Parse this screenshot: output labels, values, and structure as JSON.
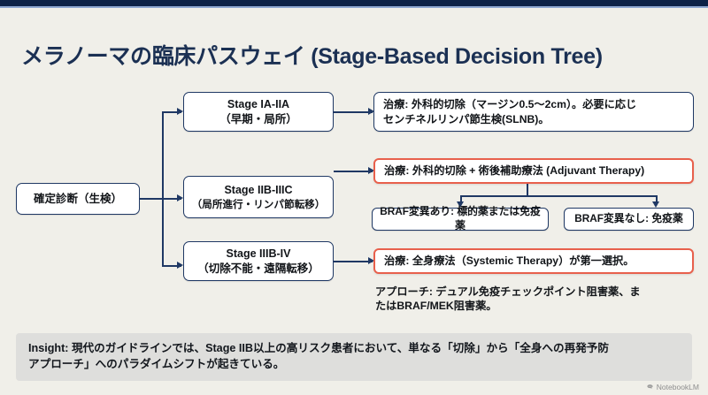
{
  "header": {
    "title": "メラノーマの臨床パスウェイ (Stage-Based Decision Tree)",
    "accent_color": "#1b3053",
    "topbar_color": "#0d2247"
  },
  "diagram": {
    "root": {
      "label": "確定診断（生検）"
    },
    "stages": [
      {
        "name": "stage-ia-iia",
        "line1": "Stage IA-IIA",
        "line2": "（早期・局所）"
      },
      {
        "name": "stage-iib-iiic",
        "line1": "Stage IIB-IIIC",
        "line2": "（局所進行・リンパ節転移）"
      },
      {
        "name": "stage-iiib-iv",
        "line1": "Stage IIIB-IV",
        "line2": "（切除不能・遠隔転移）"
      }
    ],
    "treatments": [
      {
        "name": "treatment-early",
        "line1": "治療: 外科的切除（マージン0.5〜2cm）。必要に応じ",
        "line2": "センチネルリンパ節生検(SLNB)。",
        "highlighted": false
      },
      {
        "name": "treatment-adjuvant",
        "line1": "治療: 外科的切除 + 術後補助療法 (Adjuvant Therapy)",
        "line2": "",
        "highlighted": true,
        "highlight_color": "#e8604c"
      },
      {
        "name": "treatment-systemic",
        "line1": "治療: 全身療法（Systemic Therapy）が第一選択。",
        "line2": "",
        "highlighted": true,
        "highlight_color": "#e8604c"
      }
    ],
    "braf_options": [
      {
        "name": "braf-mutant",
        "label": "BRAF変異あり: 標的薬または免疫薬"
      },
      {
        "name": "braf-wildtype",
        "label": "BRAF変異なし: 免疫薬"
      }
    ],
    "approach_note": {
      "line1": "アプローチ: デュアル免疫チェックポイント阻害薬、ま",
      "line2": "たはBRAF/MEK阻害薬。"
    }
  },
  "insight": {
    "line1": "Insight: 現代のガイドラインでは、Stage IIB以上の高リスク患者において、単なる「切除」から「全身への再発予防",
    "line2": "アプローチ」へのパラダイムシフトが起きている。"
  },
  "watermark": {
    "label": "NotebookLM",
    "icon": "notebooklm-logo-icon"
  }
}
